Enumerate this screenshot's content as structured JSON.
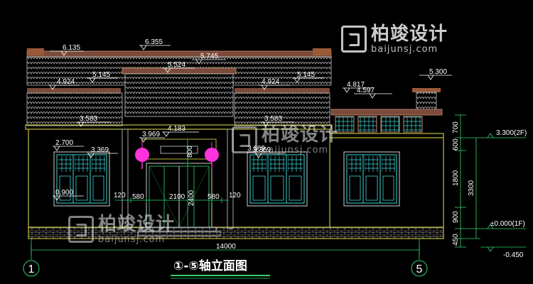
{
  "drawing": {
    "title": "①-⑤轴立面图",
    "axis_left": "1",
    "axis_right": "5",
    "overall_width": "14000"
  },
  "levels": {
    "ridge_left": "6.135",
    "ridge_top": "6.355",
    "ridge_mid": "5.745",
    "upper_roof_mid": "5.524",
    "eave_left_upper": "5.145",
    "eave_right_upper": "5.145",
    "roof_left": "4.924",
    "roof_right": "4.924",
    "parapet_right": "4.817",
    "parapet_right2": "4.597",
    "tower_top": "5.300",
    "door_head": "4.183",
    "beam_left": "3.969",
    "gable_left": "3.583",
    "gable_right": "3.583",
    "window_left_top": "2.700",
    "window_left_top2": "3.369",
    "window_right_top": "3.369",
    "window_right_mid": "3.669",
    "sill_left": "0.900",
    "floor_2f": "3.300(2F)",
    "floor_1f": "±0.000(1F)",
    "ground": "-0.450"
  },
  "dims": {
    "h700": "700",
    "h600": "600",
    "h1800": "1800",
    "h900": "900",
    "h450": "450",
    "h3300": "3300",
    "door_800": "800",
    "door_2400": "2400",
    "door_w_2100": "2100",
    "door_side_580a": "580",
    "door_side_580b": "580",
    "door_side_120a": "120",
    "door_side_120b": "120"
  },
  "watermark": {
    "brand_cn": "柏竣设计",
    "brand_en": "baijunsj.com"
  },
  "colors": {
    "line": "#ffffff",
    "yellow": "#e6e64a",
    "green": "#32d26e",
    "cyan": "#3fd6d6",
    "magenta": "#ff33dd",
    "roof": "#b8b8b8",
    "brick": "#c98a6a"
  }
}
